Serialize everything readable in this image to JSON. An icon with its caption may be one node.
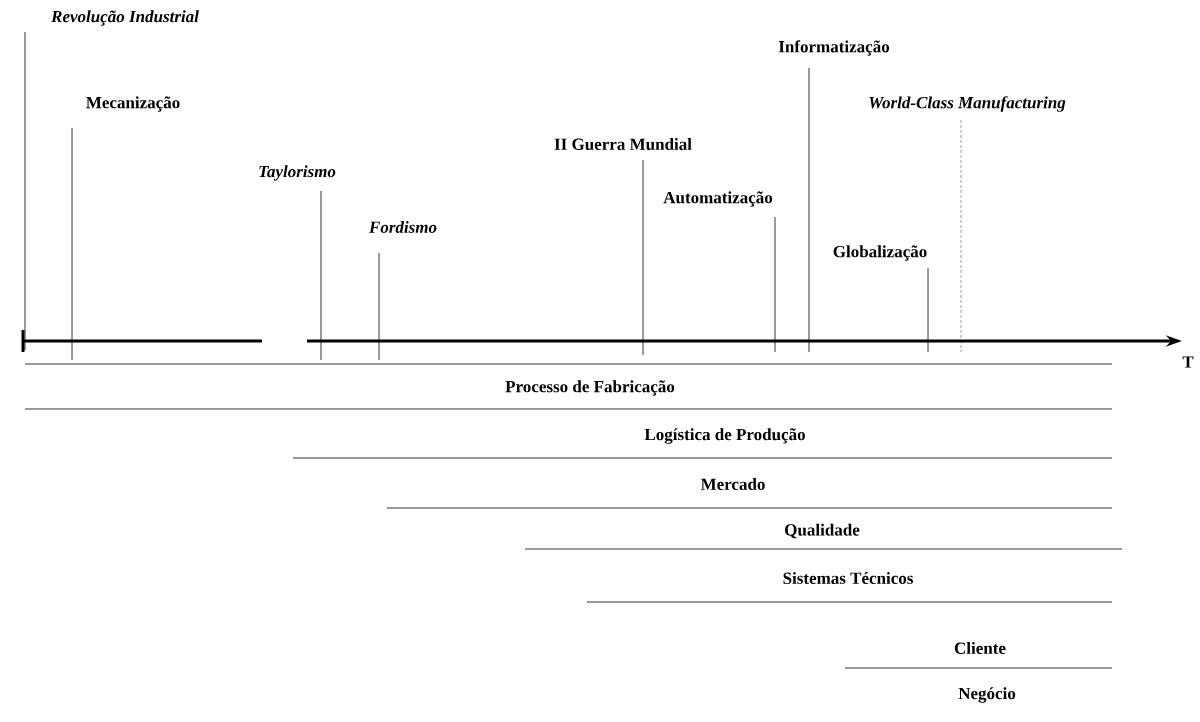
{
  "diagram": {
    "labels": [
      "Revolução Industrial",
      "Informatização",
      "Mecanização",
      "World-Class Manufacturing",
      "II Guerra Mundial",
      "Taylorismo",
      "Automatização",
      "Fordismo",
      "Globalização",
      "T",
      "Processo de Fabricação",
      "Logística de Produção",
      "Mercado",
      "Qualidade",
      "Sistemas Técnicos",
      "Cliente",
      "Negócio"
    ]
  }
}
